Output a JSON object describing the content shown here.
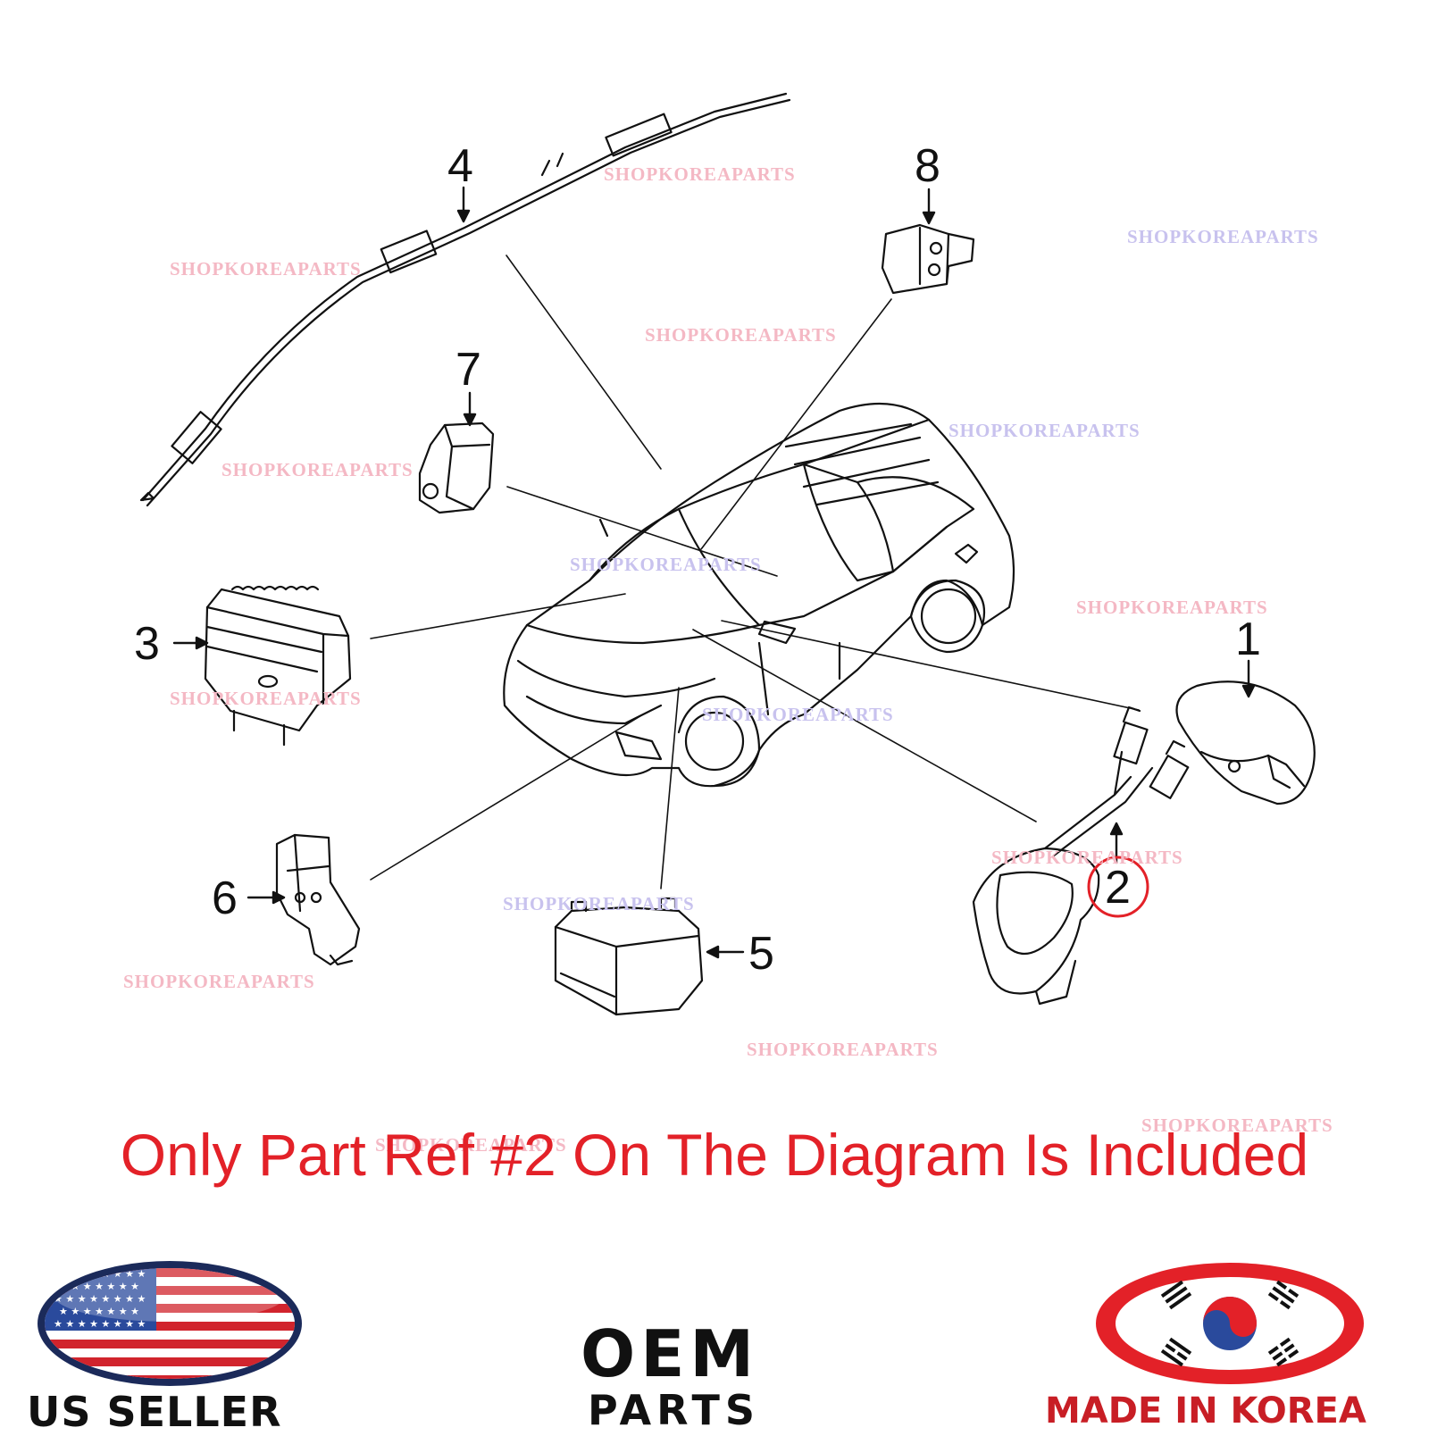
{
  "diagram": {
    "callouts": [
      {
        "ref": "1",
        "name": "callout-1"
      },
      {
        "ref": "2",
        "name": "callout-2",
        "highlighted": true
      },
      {
        "ref": "3",
        "name": "callout-3"
      },
      {
        "ref": "4",
        "name": "callout-4"
      },
      {
        "ref": "5",
        "name": "callout-5"
      },
      {
        "ref": "6",
        "name": "callout-6"
      },
      {
        "ref": "7",
        "name": "callout-7"
      },
      {
        "ref": "8",
        "name": "callout-8"
      }
    ],
    "watermark": "SHOPKOREAPARTS",
    "highlight_color": "#e32128"
  },
  "notice": "Only Part Ref #2 On The Diagram Is Included",
  "badges": {
    "us_seller": "US SELLER",
    "oem_line1": "OEM",
    "oem_line2": "PARTS",
    "made_in": "MADE IN KOREA"
  },
  "colors": {
    "notice_red": "#e32128",
    "flag_blue": "#2a4a9c",
    "flag_red": "#d1242d",
    "korea_red": "#e32128"
  }
}
